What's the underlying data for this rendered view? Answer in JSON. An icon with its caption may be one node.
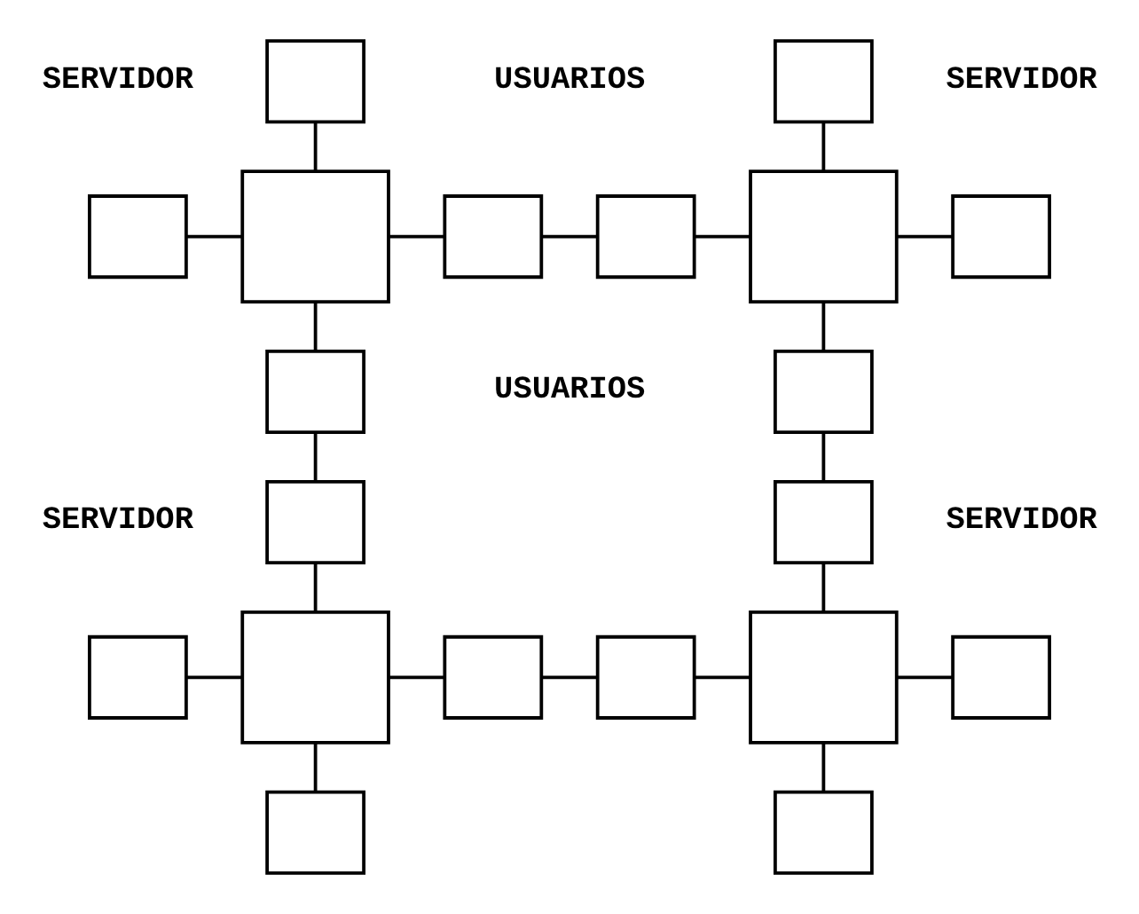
{
  "diagram": {
    "nodes": [
      {
        "text": [],
        "shape": "box"
      },
      {
        "text": [],
        "shape": "box"
      },
      {
        "text": [],
        "shape": "box"
      },
      {
        "text": [],
        "shape": "box"
      },
      {
        "text": [],
        "shape": "box"
      },
      {
        "text": [],
        "shape": "box"
      },
      {
        "text": [],
        "shape": "box"
      },
      {
        "text": [],
        "shape": "box"
      },
      {
        "text": [],
        "shape": "box"
      },
      {
        "text": [],
        "shape": "box"
      },
      {
        "text": [],
        "shape": "box"
      },
      {
        "text": [],
        "shape": "box"
      },
      {
        "text": [],
        "shape": "box"
      },
      {
        "text": [],
        "shape": "box"
      },
      {
        "text": [],
        "shape": "box"
      },
      {
        "text": [],
        "shape": "box"
      },
      {
        "text": [],
        "shape": "box"
      },
      {
        "text": [],
        "shape": "box"
      },
      {
        "text": [],
        "shape": "box"
      },
      {
        "text": [],
        "shape": "box"
      }
    ],
    "edges": [
      {
        "from": 0,
        "to": 3,
        "arrow": "none"
      },
      {
        "from": 2,
        "to": 3,
        "arrow": "none"
      },
      {
        "from": 3,
        "to": 4,
        "arrow": "none"
      },
      {
        "from": 4,
        "to": 5,
        "arrow": "none"
      },
      {
        "from": 5,
        "to": 6,
        "arrow": "none"
      },
      {
        "from": 1,
        "to": 6,
        "arrow": "none"
      },
      {
        "from": 6,
        "to": 7,
        "arrow": "none"
      },
      {
        "from": 3,
        "to": 8,
        "arrow": "none"
      },
      {
        "from": 8,
        "to": 10,
        "arrow": "none"
      },
      {
        "from": 10,
        "to": 13,
        "arrow": "none"
      },
      {
        "from": 6,
        "to": 9,
        "arrow": "none"
      },
      {
        "from": 9,
        "to": 11,
        "arrow": "none"
      },
      {
        "from": 11,
        "to": 16,
        "arrow": "none"
      },
      {
        "from": 12,
        "to": 13,
        "arrow": "none"
      },
      {
        "from": 13,
        "to": 14,
        "arrow": "none"
      },
      {
        "from": 14,
        "to": 15,
        "arrow": "none"
      },
      {
        "from": 15,
        "to": 16,
        "arrow": "none"
      },
      {
        "from": 13,
        "to": 18,
        "arrow": "none"
      },
      {
        "from": 16,
        "to": 17,
        "arrow": "none"
      },
      {
        "from": 16,
        "to": 19,
        "arrow": "none"
      }
    ],
    "labels": [
      "SERVIDOR",
      "USUARIOS",
      "SERVIDOR",
      "USUARIOS",
      "SERVIDOR",
      "SERVIDOR"
    ]
  }
}
